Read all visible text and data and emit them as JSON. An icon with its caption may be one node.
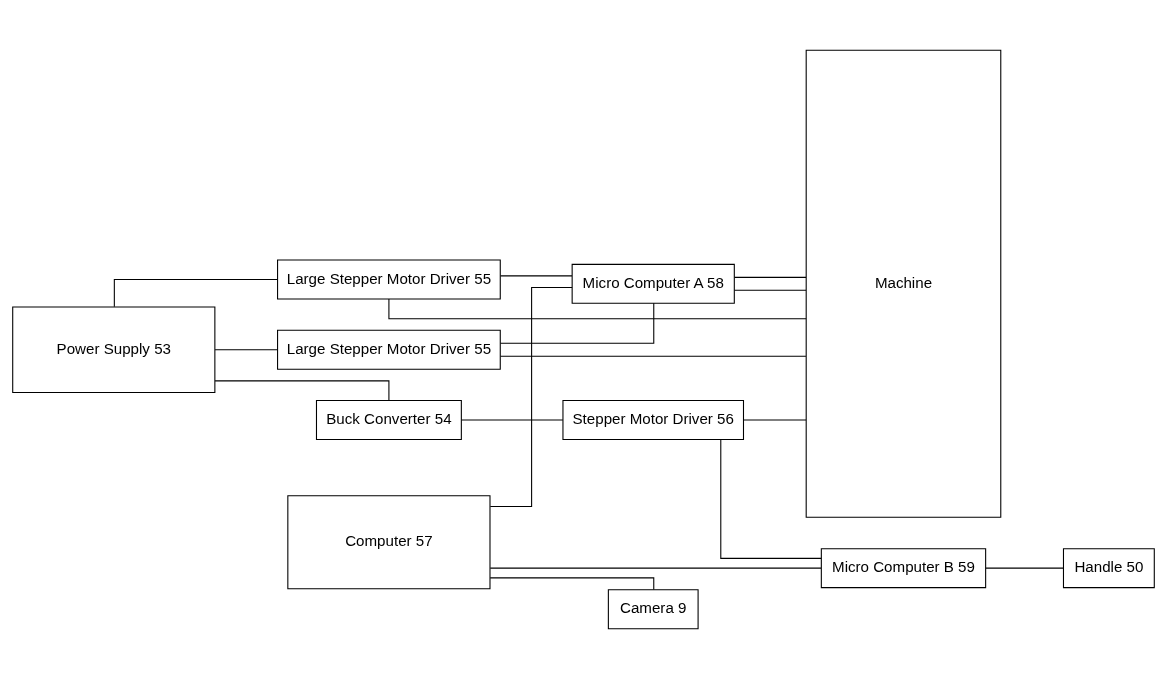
{
  "diagram": {
    "nodes": [
      {
        "text": [
          "Power Supply 53"
        ]
      },
      {
        "text": [
          "Large Stepper Motor Driver 55"
        ]
      },
      {
        "text": [
          "Large Stepper Motor Driver 55"
        ]
      },
      {
        "text": [
          "Stepper Motor Driver 56"
        ]
      },
      {
        "text": [
          "Machine"
        ]
      },
      {
        "text": [
          "Buck Converter 54"
        ]
      },
      {
        "text": [
          "Micro Computer A 58"
        ]
      },
      {
        "text": [
          "Micro Computer B 59"
        ]
      },
      {
        "text": [
          "Computer 57"
        ]
      },
      {
        "text": [
          "Camera 9"
        ]
      },
      {
        "text": [
          "Handle 50"
        ]
      }
    ],
    "edges": [
      {
        "from": 0,
        "to": 1,
        "arrow": "none"
      },
      {
        "from": 0,
        "to": 2,
        "arrow": "none"
      },
      {
        "from": 1,
        "to": 4,
        "arrow": "none"
      },
      {
        "from": 2,
        "to": 4,
        "arrow": "none"
      },
      {
        "from": 3,
        "to": 4,
        "arrow": "none"
      },
      {
        "from": 0,
        "to": 5,
        "arrow": "none"
      },
      {
        "from": 5,
        "to": 3,
        "arrow": "none"
      },
      {
        "from": 1,
        "to": 6,
        "arrow": "none"
      },
      {
        "from": 2,
        "to": 6,
        "arrow": "none"
      },
      {
        "from": 3,
        "to": 7,
        "arrow": "none"
      },
      {
        "from": 8,
        "to": 6,
        "arrow": "none"
      },
      {
        "from": 8,
        "to": 7,
        "arrow": "none"
      },
      {
        "from": 8,
        "to": 9,
        "arrow": "none"
      },
      {
        "from": 6,
        "to": 4,
        "arrow": "none"
      },
      {
        "from": 6,
        "to": 4,
        "arrow": "none"
      },
      {
        "from": 7,
        "to": 10,
        "arrow": "none"
      }
    ]
  }
}
